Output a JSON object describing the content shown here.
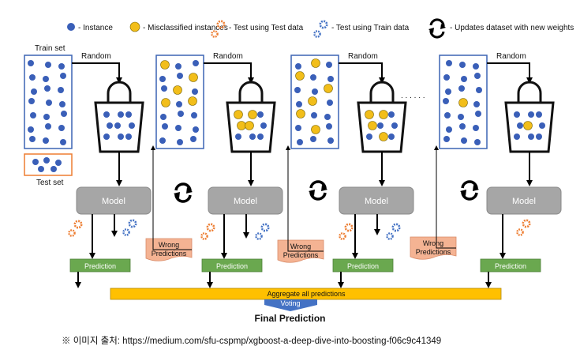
{
  "legend": {
    "instance": "- Instance",
    "misclassified": "- Misclassified instances",
    "test_using_test": "- Test using Test data",
    "test_using_train": "- Test using Train data",
    "updates": "- Updates dataset with new weights"
  },
  "labels": {
    "train_set": "Train set",
    "test_set": "Test set",
    "random": "Random",
    "model": "Model",
    "wrong_line1": "Wrong",
    "wrong_line2": "Predictions",
    "prediction": "Prediction",
    "aggregate": "Aggregate all predictions",
    "voting": "Voting",
    "final": "Final Prediction",
    "ellipsis": ". . . . . ."
  },
  "caption": "※ 이미지 출처: https://medium.com/sfu-cspmp/xgboost-a-deep-dive-into-boosting-f06c9c41349",
  "colors": {
    "instance": "#3a5fb8",
    "misclassified": "#f2be1a",
    "box_border": "#3b64b4",
    "model": "#a6a6a6",
    "prediction": "#6aa84f",
    "wrong": "#f4b393",
    "aggregate": "#ffc000",
    "voting": "#4472c4",
    "test_gear": "#ed7d31",
    "train_gear": "#4472c4"
  },
  "icons": [
    "instance-dot",
    "misclassified-dot",
    "orange-gear-icon",
    "blue-gear-icon",
    "refresh-cycle-icon",
    "shopping-bag-icon"
  ]
}
